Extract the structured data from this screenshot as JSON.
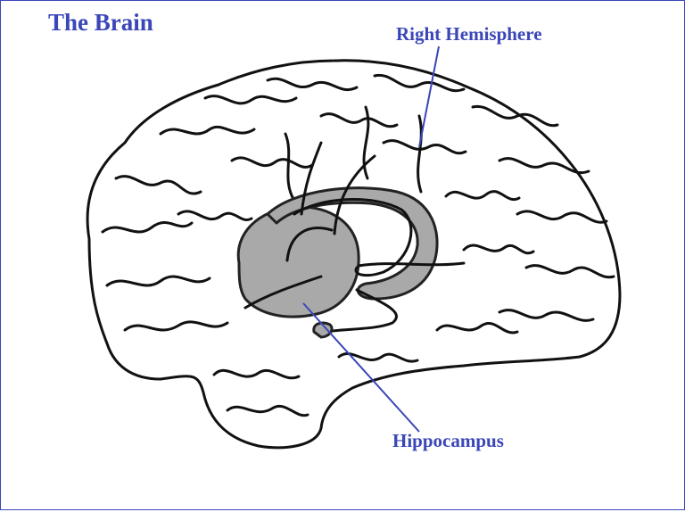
{
  "title": "The Brain",
  "labels": {
    "right_hemisphere": "Right Hemisphere",
    "hippocampus": "Hippocampus"
  },
  "colors": {
    "label_text": "#3b46b8",
    "limbic_fill": "#a9a9a9",
    "outline": "#111111",
    "frame_border": "#3b46b8"
  }
}
